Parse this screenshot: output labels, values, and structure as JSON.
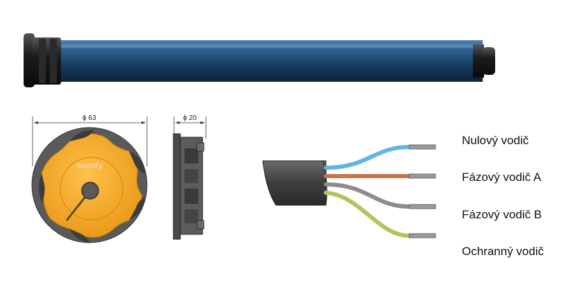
{
  "motor": {
    "diameter_label": "ϕ 63",
    "head_width_label": "ϕ 20",
    "brand": "somfy"
  },
  "wires": [
    {
      "label": "Nulový vodič",
      "color": "#5fb6e6"
    },
    {
      "label": "Fázový vodič A",
      "color": "#c0774f"
    },
    {
      "label": "Fázový vodič B",
      "color": "#8c8c8c"
    },
    {
      "label": "Ochranný vodič",
      "color": "#b8c25a"
    }
  ],
  "colors": {
    "tube": "#1e4f7a",
    "head": "#f2a81f",
    "cable": "#4a4a4a"
  }
}
